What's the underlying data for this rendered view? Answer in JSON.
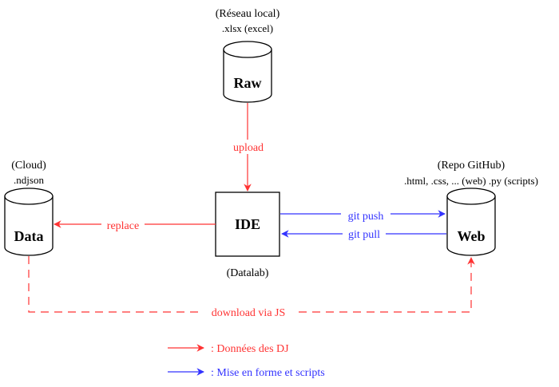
{
  "colors": {
    "red": "#ff3333",
    "blue": "#3333ff",
    "stroke": "#000000"
  },
  "nodes": {
    "raw": {
      "title": "Raw",
      "caption": "(Réseau local)",
      "subcaption": ".xlsx (excel)"
    },
    "ide": {
      "title": "IDE",
      "caption": "(Datalab)"
    },
    "data": {
      "title": "Data",
      "caption": "(Cloud)",
      "subcaption": ".ndjson"
    },
    "web": {
      "title": "Web",
      "caption": "(Repo GitHub)",
      "subcaption": ".html, .css, ... (web) .py (scripts)"
    }
  },
  "edges": {
    "upload": "upload",
    "replace": "replace",
    "git_push": "git push",
    "git_pull": "git pull",
    "download": "download via JS"
  },
  "legend": {
    "red_label": ": Données des DJ",
    "blue_label": ": Mise en forme et scripts"
  }
}
